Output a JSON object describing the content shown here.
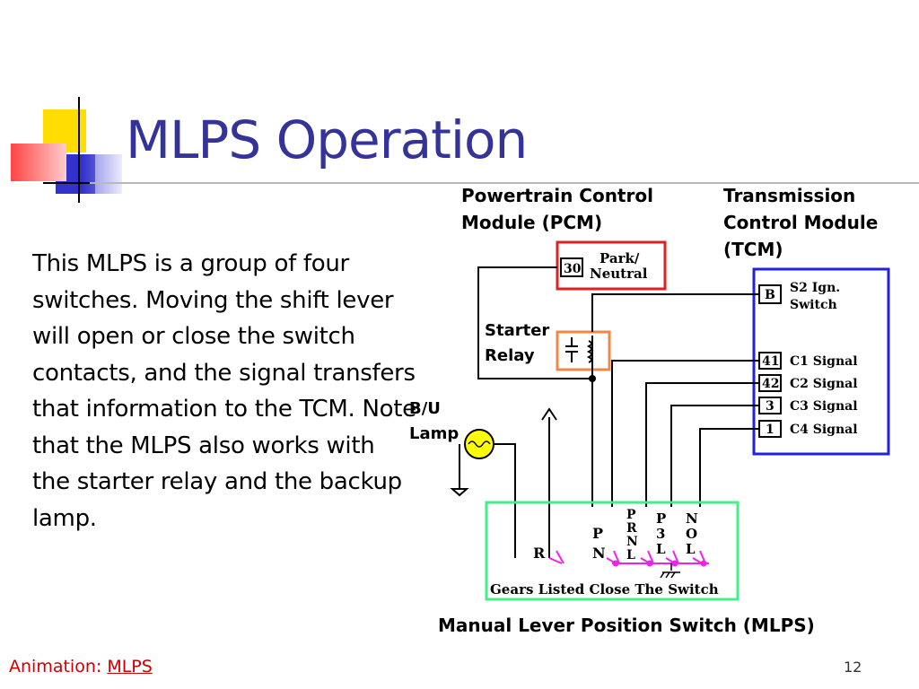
{
  "slide": {
    "title": "MLPS Operation",
    "body": "This MLPS is a group of four switches. Moving the shift lever will open or close the switch contacts, and the signal transfers that information to the TCM. Note that the MLPS also works with the starter relay and the backup lamp.",
    "slide_number": "12"
  },
  "footer": {
    "label": "Animation:",
    "link": "MLPS"
  },
  "diagram": {
    "pcm_label_line1": "Powertrain Control",
    "pcm_label_line2": "Module (PCM)",
    "tcm_label_line1": "Transmission",
    "tcm_label_line2": "Control Module",
    "tcm_label_line3": "(TCM)",
    "starter_relay_line1": "Starter",
    "starter_relay_line2": "Relay",
    "bu_lamp_line1": "B/U",
    "bu_lamp_line2": "Lamp",
    "mlps_caption": "Manual Lever Position Switch (MLPS)",
    "pcm_pin": "30",
    "pcm_signal_line1": "Park/",
    "pcm_signal_line2": "Neutral",
    "tcm_pins": [
      {
        "pin": "B",
        "signal_line1": "S2 Ign.",
        "signal_line2": "Switch"
      },
      {
        "pin": "41",
        "signal_line1": "C1 Signal"
      },
      {
        "pin": "42",
        "signal_line1": "C2 Signal"
      },
      {
        "pin": "3",
        "signal_line1": "C3 Signal"
      },
      {
        "pin": "1",
        "signal_line1": "C4 Signal"
      }
    ],
    "switch_gears": {
      "r": "R",
      "pn_p": "P",
      "pn_n": "N",
      "prnl": [
        "P",
        "R",
        "N",
        "L"
      ],
      "p3l": [
        "P",
        "3",
        "L"
      ],
      "nol": [
        "N",
        "O",
        "L"
      ]
    },
    "switch_box_caption": "Gears Listed Close The Switch",
    "colors": {
      "pcm_box": "#dd2222",
      "tcm_box": "#2222dd",
      "relay_box": "#ee8844",
      "mlps_box": "#44ee88",
      "lamp_fill": "#ffff00",
      "contacts": "#ee22ee",
      "title": "#333399"
    }
  }
}
